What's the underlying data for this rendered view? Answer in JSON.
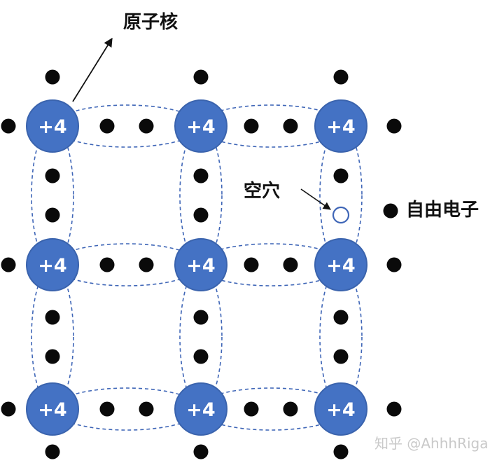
{
  "diagram": {
    "nucleus_label": "+4",
    "label_nucleus": "原子核",
    "label_hole": "空穴",
    "label_free_electron": "自由电子",
    "watermark": "知乎 @AhhhRiga",
    "colors": {
      "nucleus_fill": "#4472c4",
      "nucleus_stroke": "#3a63ad",
      "bond_stroke": "#3f66b7",
      "electron": "#0a0a0a",
      "annotation": "#111111"
    }
  }
}
